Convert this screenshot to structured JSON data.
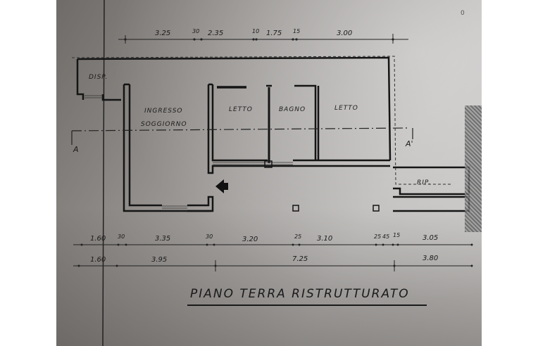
{
  "drawing": {
    "title": "PIANO TERRA RISTRUTTURATO",
    "corner_mark": "0",
    "section_marks": {
      "left": "A",
      "right": "A'"
    },
    "rooms": [
      {
        "id": "disp",
        "label": "DISP."
      },
      {
        "id": "ingresso",
        "label": "INGRESSO"
      },
      {
        "id": "soggiorno",
        "label": "SOGGIORNO"
      },
      {
        "id": "letto1",
        "label": "LETTO"
      },
      {
        "id": "bagno",
        "label": "BAGNO"
      },
      {
        "id": "letto2",
        "label": "LETTO"
      },
      {
        "id": "rip",
        "label": "RIP."
      }
    ],
    "entry_icon": "entry-arrow-icon",
    "dimensions_top": [
      "3.25",
      "30",
      "2.35",
      "10",
      "1.75",
      "15",
      "3.00"
    ],
    "dimensions_bottom_1": [
      "1.60",
      "30",
      "3.35",
      "30",
      "3.20",
      "25",
      "3.10",
      "25",
      "45",
      "15",
      "3.05"
    ],
    "dimensions_bottom_2": [
      "1.60",
      "3.95",
      "7.25",
      "3.80"
    ]
  }
}
